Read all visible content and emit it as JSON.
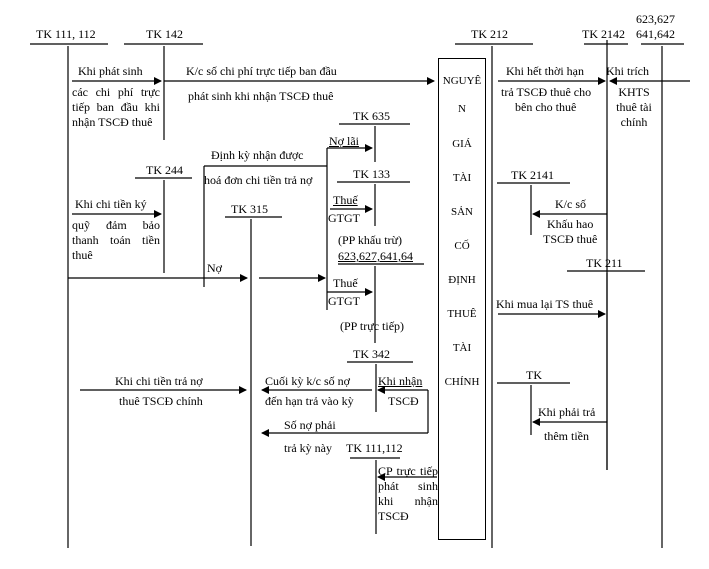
{
  "accounts": {
    "tk111_112_top": "TK 111, 112",
    "tk142": "TK 142",
    "tk212": "TK 212",
    "tk2142": "TK 2142",
    "tk623_top_line1": "623,627",
    "tk623_top_line2": "641,642",
    "tk635": "TK 635",
    "tk133": "TK 133",
    "tk244": "TK 244",
    "tk315": "TK 315",
    "tk2141": "TK 2141",
    "tk211": "TK 211",
    "tk342": "TK 342",
    "tk_blank": "TK",
    "tk111_112_bottom": "TK 111,112",
    "tk623_mid": "623,627,641,64"
  },
  "central_box": {
    "words": [
      "NGUYÊ",
      "N",
      "GIÁ",
      "TÀI",
      "SẢN",
      "CỐ",
      "ĐỊNH",
      "THUÊ",
      "TÀI",
      "CHÍNH"
    ]
  },
  "labels": {
    "khi_phat_sinh_line1": "Khi phát sinh",
    "khi_phat_sinh_rest": "các chi phí trực tiếp ban đầu khi nhận TSCĐ thuê",
    "kc_chi_phi_line1": "K/c số chi phí trực tiếp ban đầu",
    "kc_chi_phi_line2": "phát sinh khi nhận TSCĐ thuê",
    "khi_het_thoi_han_line1": "Khi hết thời hạn",
    "khi_het_thoi_han_line2": "trả TSCĐ thuê cho",
    "khi_het_thoi_han_line3": "bên cho thuê",
    "khi_trich_line1": "Khi trích",
    "khi_trich_line2": "KHTS",
    "khi_trich_line3": "thuê tài",
    "khi_trich_line4": "chính",
    "no_lai": "Nợ lãi",
    "dinh_ky_line1": "Định kỳ nhận được",
    "dinh_ky_line2": "hoá đơn chi tiền trả nợ",
    "thue_gtgt_1_line1": "Thuế",
    "thue_gtgt_1_line2": "GTGT",
    "pp_khau_tru": "(PP khấu trừ)",
    "thue_gtgt_2_line1": "Thuế",
    "thue_gtgt_2_line2": "GTGT",
    "pp_truc_tiep": "(PP trực tiếp)",
    "khi_chi_tien_ky_line1": "Khi chi tiền ký",
    "khi_chi_tien_ky_rest": "quỹ đảm bảo thanh toán tiền thuê",
    "no": "Nợ",
    "kc_so_line1": "K/c số",
    "kc_so_line2": "Khấu hao",
    "kc_so_line3": "TSCĐ thuê",
    "khi_mua_lai": "Khi mua lại TS thuê",
    "khi_chi_tien_tra_no_line1": "Khi chi tiền trả nợ",
    "khi_chi_tien_tra_no_line2": "thuê TSCĐ chính",
    "cuoi_ky_line1": "Cuối kỳ k/c số nợ",
    "cuoi_ky_line2": "đến hạn trả vào kỳ",
    "khi_nhan_line1": "Khi nhận",
    "khi_nhan_line2": "TSCĐ",
    "so_no_phai_line1": "Số nợ phải",
    "so_no_phai_line2": "trả kỳ này",
    "khi_phai_tra_line1": "Khi phải trả",
    "khi_phai_tra_line2": "thêm tiền",
    "cp_truc_tiep": "CP trực tiếp phát sinh khi nhận TSCĐ"
  }
}
